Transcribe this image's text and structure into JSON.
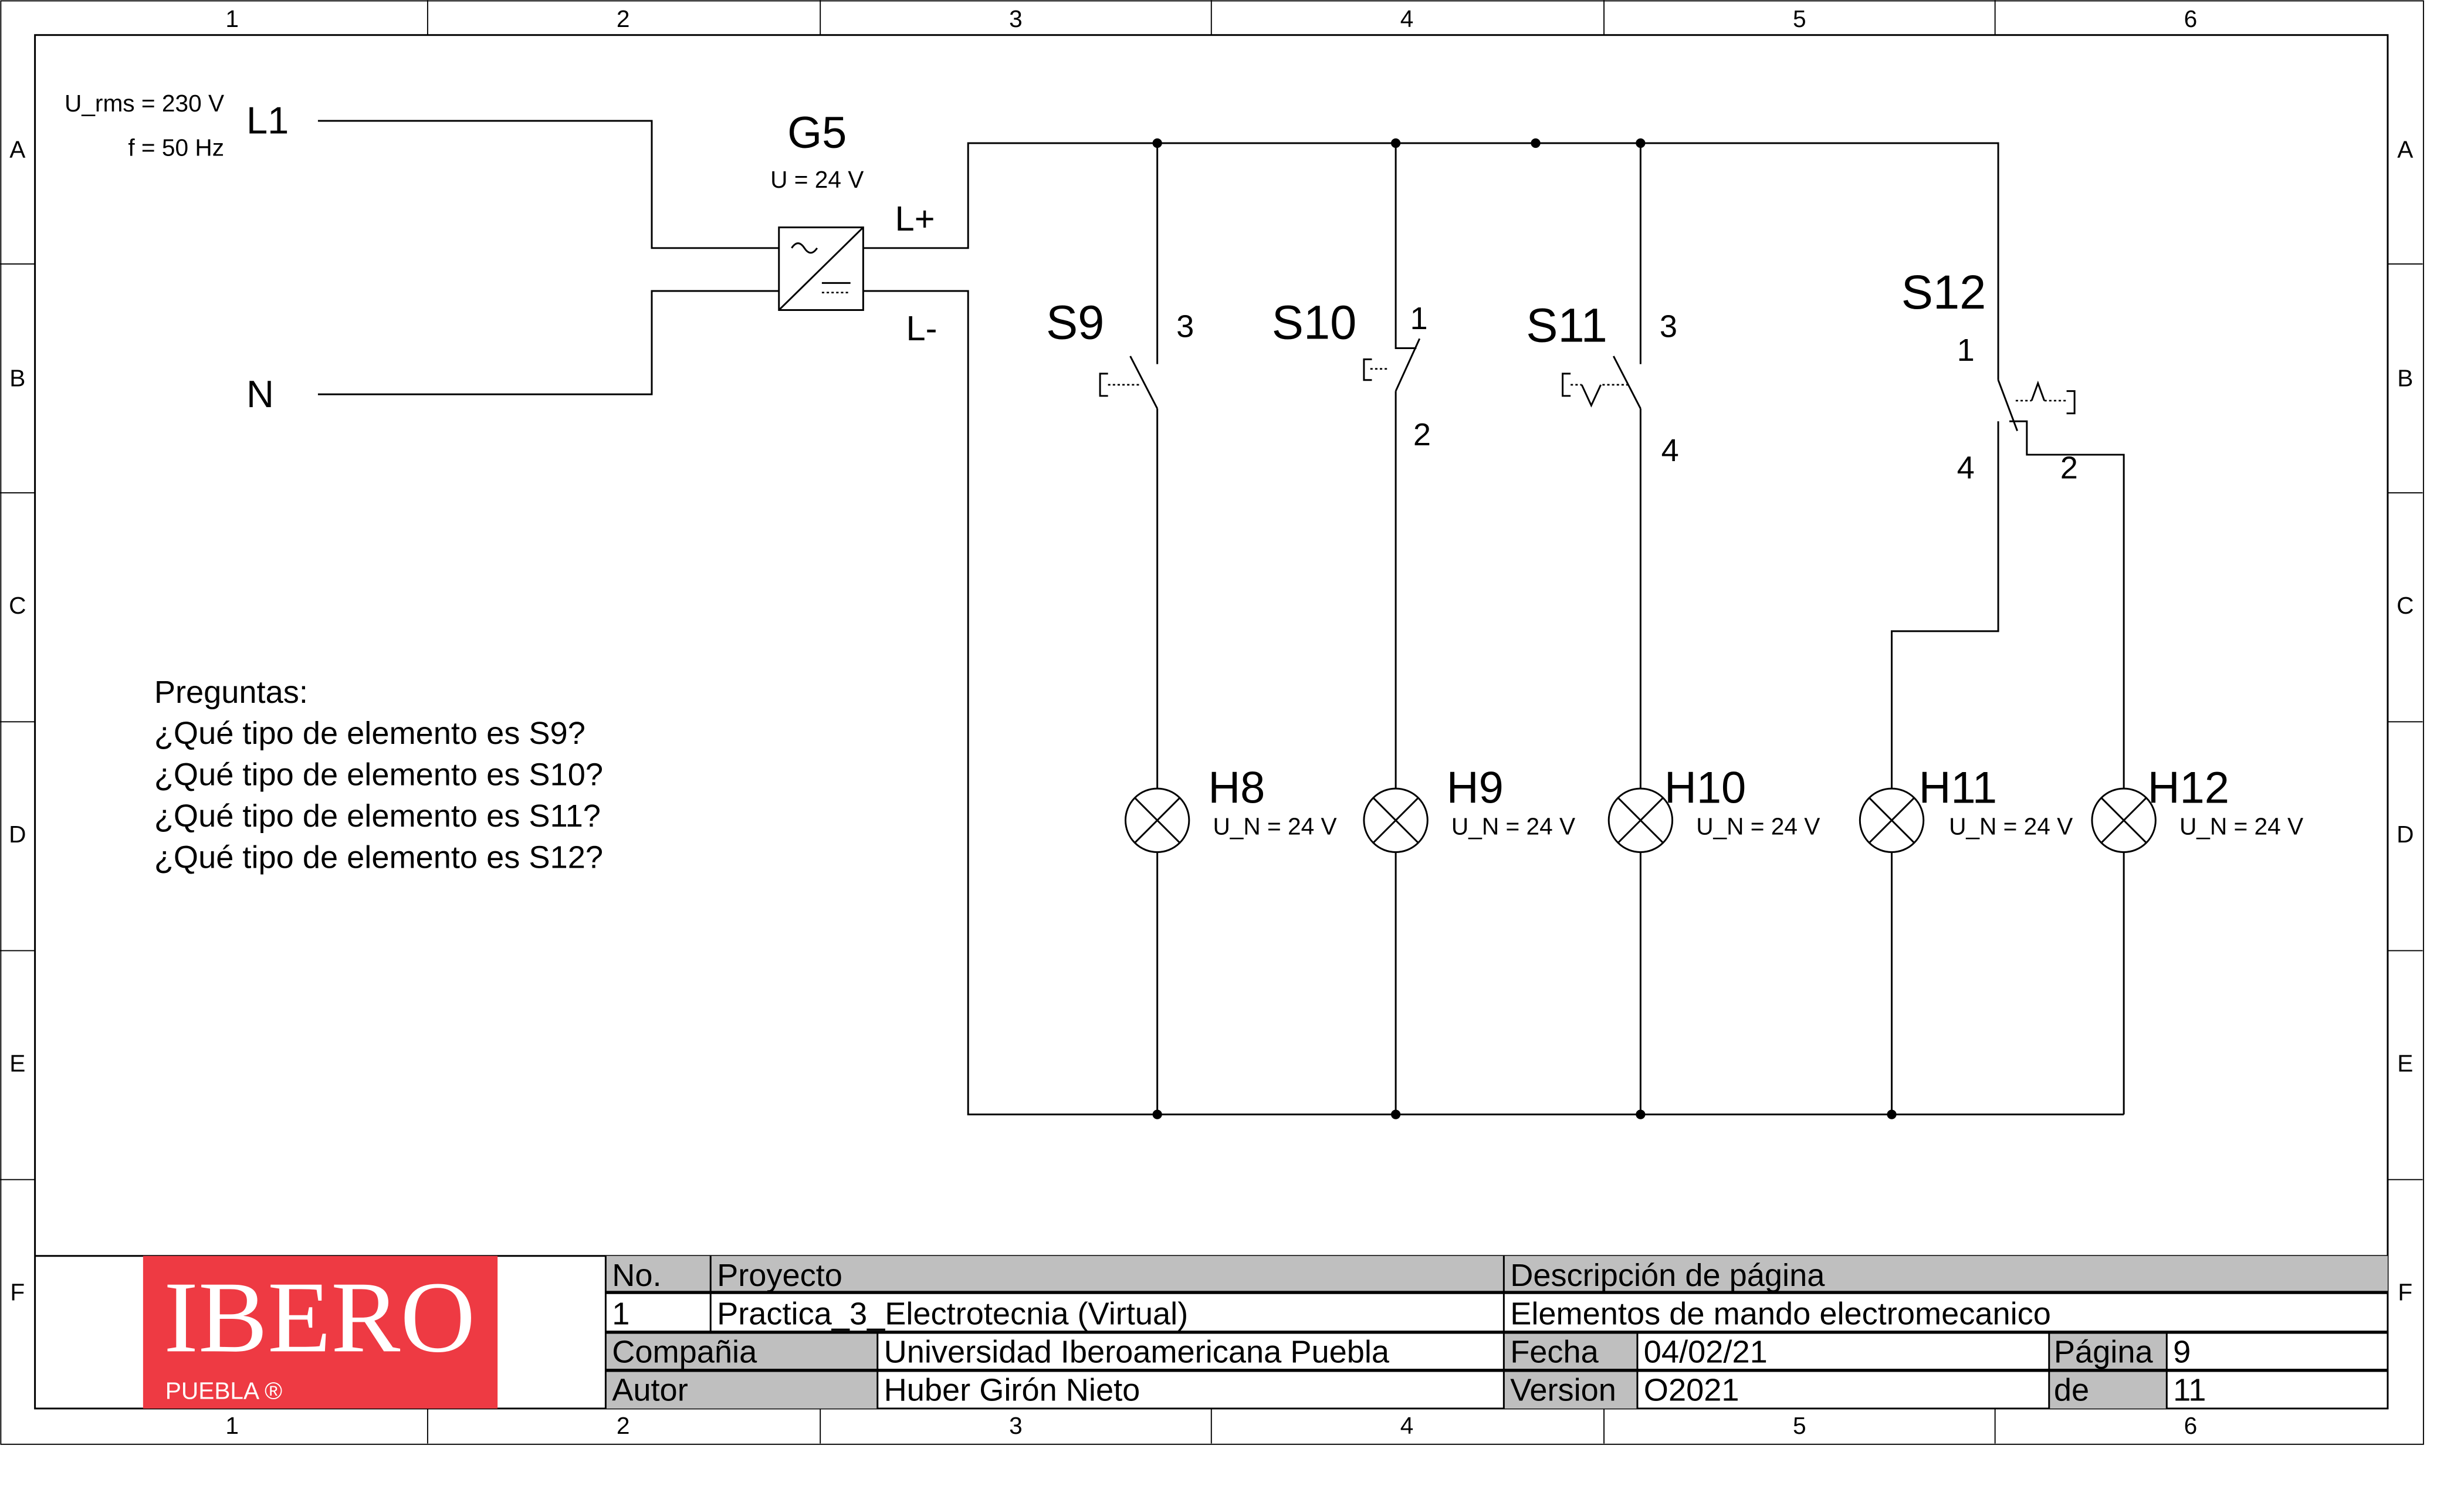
{
  "frame": {
    "columns": [
      "1",
      "2",
      "3",
      "4",
      "5",
      "6"
    ],
    "rows": [
      "A",
      "B",
      "C",
      "D",
      "E",
      "F"
    ]
  },
  "supply": {
    "voltage": "U_rms = 230 V",
    "frequency": "f = 50 Hz",
    "line": "L1",
    "neutral": "N"
  },
  "psu": {
    "name": "G5",
    "voltage": "U = 24 V",
    "plus": "L+",
    "minus": "L-"
  },
  "switches": [
    {
      "name": "S9",
      "terminals": [
        "3"
      ]
    },
    {
      "name": "S10",
      "terminals": [
        "1",
        "2"
      ]
    },
    {
      "name": "S11",
      "terminals": [
        "3",
        "4"
      ]
    },
    {
      "name": "S12",
      "terminals": [
        "1",
        "4",
        "2"
      ]
    }
  ],
  "lamps": [
    {
      "name": "H8",
      "voltage": "U_N = 24 V"
    },
    {
      "name": "H9",
      "voltage": "U_N = 24 V"
    },
    {
      "name": "H10",
      "voltage": "U_N = 24 V"
    },
    {
      "name": "H11",
      "voltage": "U_N = 24 V"
    },
    {
      "name": "H12",
      "voltage": "U_N = 24 V"
    }
  ],
  "questions": {
    "title": "Preguntas:",
    "items": [
      "¿Qué tipo de elemento es S9?",
      "¿Qué tipo de elemento es S10?",
      "¿Qué tipo de elemento es S11?",
      "¿Qué tipo de elemento es S12?"
    ]
  },
  "title_block": {
    "logo": {
      "main": "IBERO",
      "sub": "PUEBLA ®",
      "color": "#ee3a43"
    },
    "no_label": "No.",
    "no_value": "1",
    "project_label": "Proyecto",
    "project_value": "Practica_3_Electrotecnia (Virtual)",
    "desc_label": "Descripción de página",
    "desc_value": "Elementos de mando electromecanico",
    "company_label": "Compañia",
    "company_value": "Universidad Iberoamericana Puebla",
    "author_label": "Autor",
    "author_value": "Huber Girón Nieto",
    "date_label": "Fecha",
    "date_value": "04/02/21",
    "version_label": "Version",
    "version_value": "O2021",
    "page_label": "Página",
    "page_value": "9",
    "of_label": "de",
    "of_value": "11"
  }
}
